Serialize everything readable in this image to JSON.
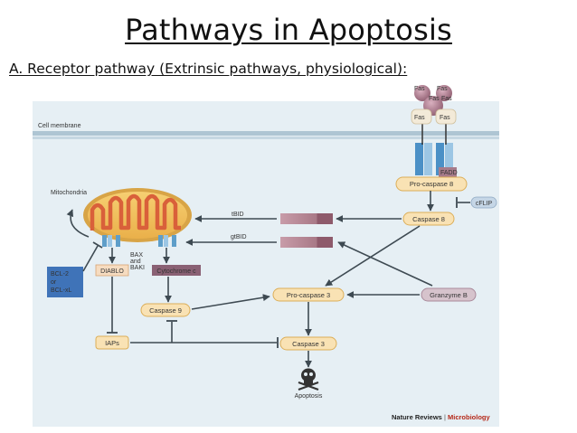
{
  "slide": {
    "title": "Pathways in Apoptosis",
    "subtitle": "A. Receptor pathway (Extrinsic pathways, physiological):"
  },
  "figure": {
    "cell_membrane": "Cell membrane",
    "mitochondria": "Mitochondria",
    "fas_top": [
      "Fas",
      "Fas",
      "Fas",
      "Fas"
    ],
    "fas_low": [
      "Fas",
      "Fas"
    ],
    "fadd": "FADD",
    "procaspase8": "Pro-caspase 8",
    "cflip": "cFLIP",
    "caspase8": "Caspase 8",
    "tbid": "tBID",
    "gtbid": "gtBID",
    "bax_line1": "BAX",
    "bax_line2": "and",
    "bax_line3": "BAKI",
    "bcl_line1": "BCL-2",
    "bcl_line2": "or",
    "bcl_line3": "BCL-xL",
    "diablo": "DIABLO",
    "cytochrome": "Cytochrome c",
    "caspase9": "Caspase 9",
    "procaspase3": "Pro-caspase 3",
    "granzyme": "Granzyme B",
    "iaps": "IAPs",
    "caspase3": "Caspase 3",
    "apoptosis": "Apoptosis",
    "credit_left": "Nature Reviews",
    "credit_sep": "|",
    "credit_right": "Microbiology"
  },
  "colors": {
    "panel": "#e6eff4",
    "membrane": "#aec5d3",
    "pill_fill": "#f9e2b4",
    "pill_stroke": "#dcae58",
    "blue_box": "#3f73b8",
    "purple_box": "#8a6174",
    "credit_red": "#b52818"
  }
}
